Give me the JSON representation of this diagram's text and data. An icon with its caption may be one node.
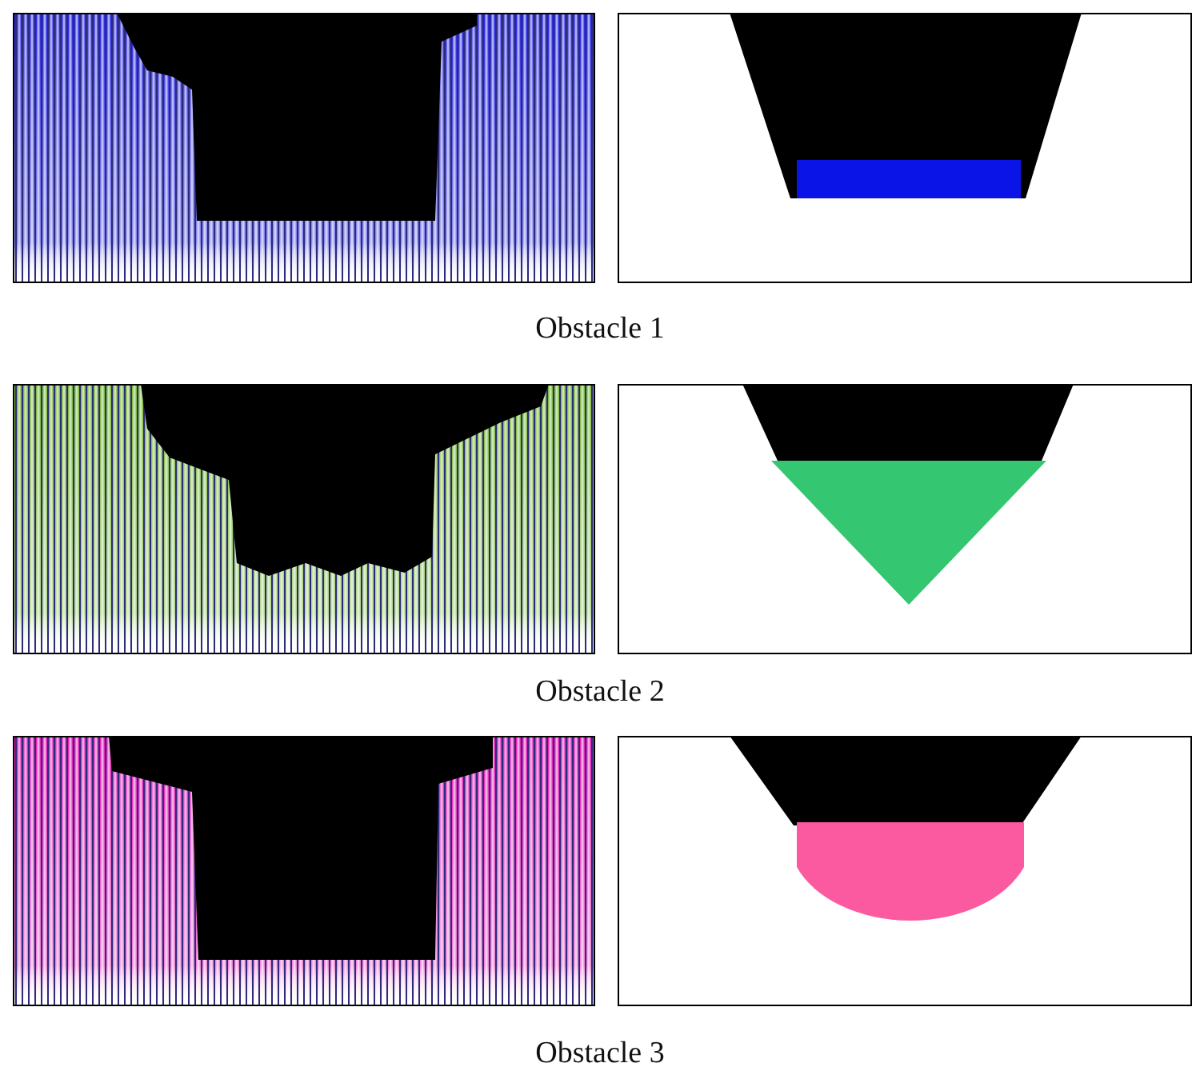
{
  "diagram": {
    "labels": [
      "Obstacle 1",
      "Obstacle 2",
      "Obstacle 3"
    ]
  }
}
